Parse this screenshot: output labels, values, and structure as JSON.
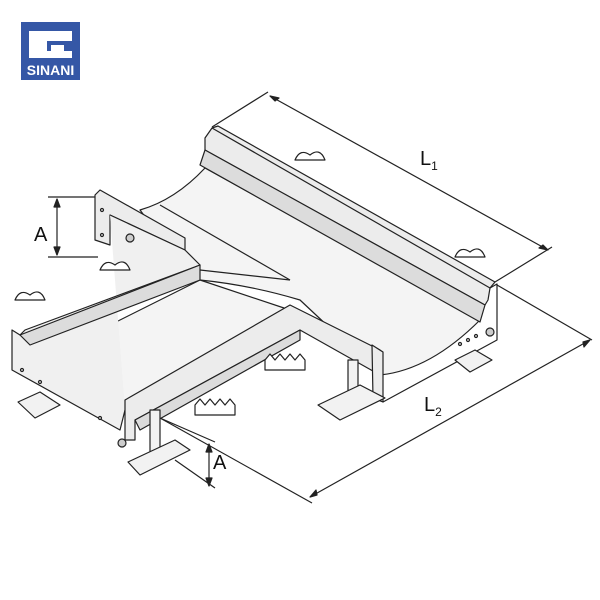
{
  "logo": {
    "text": "SINANI",
    "color": "#3557a6"
  },
  "dimensions": {
    "height_left": "A",
    "height_bottom": "A",
    "length_1": {
      "letter": "L",
      "sub": "1"
    },
    "length_2": {
      "letter": "L",
      "sub": "2"
    }
  }
}
